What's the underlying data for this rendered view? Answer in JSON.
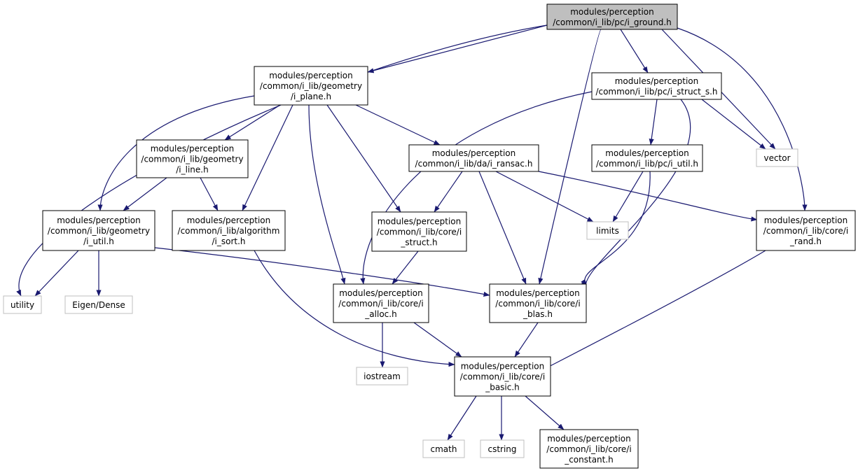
{
  "colors": {
    "edge": "#191970",
    "node_border": "#000000",
    "ext_border": "#bfbfbf",
    "root_fill": "#bfbfbf",
    "fill": "#ffffff",
    "text": "#000000"
  },
  "nodes": [
    {
      "id": "i_ground",
      "type": "root",
      "lines": [
        "modules/perception",
        "/common/i_lib/pc/i_ground.h"
      ]
    },
    {
      "id": "i_plane",
      "type": "file",
      "lines": [
        "modules/perception",
        "/common/i_lib/geometry",
        "/i_plane.h"
      ]
    },
    {
      "id": "i_struct_s",
      "type": "file",
      "lines": [
        "modules/perception",
        "/common/i_lib/pc/i_struct_s.h"
      ]
    },
    {
      "id": "i_line",
      "type": "file",
      "lines": [
        "modules/perception",
        "/common/i_lib/geometry",
        "/i_line.h"
      ]
    },
    {
      "id": "i_ransac",
      "type": "file",
      "lines": [
        "modules/perception",
        "/common/i_lib/da/i_ransac.h"
      ]
    },
    {
      "id": "pc_i_util",
      "type": "file",
      "lines": [
        "modules/perception",
        "/common/i_lib/pc/i_util.h"
      ]
    },
    {
      "id": "vector",
      "type": "ext",
      "lines": [
        "vector"
      ]
    },
    {
      "id": "geo_i_util",
      "type": "file",
      "lines": [
        "modules/perception",
        "/common/i_lib/geometry",
        "/i_util.h"
      ]
    },
    {
      "id": "i_sort",
      "type": "file",
      "lines": [
        "modules/perception",
        "/common/i_lib/algorithm",
        "/i_sort.h"
      ]
    },
    {
      "id": "i_struct",
      "type": "file",
      "lines": [
        "modules/perception",
        "/common/i_lib/core/i",
        "_struct.h"
      ]
    },
    {
      "id": "limits",
      "type": "ext",
      "lines": [
        "limits"
      ]
    },
    {
      "id": "i_rand",
      "type": "file",
      "lines": [
        "modules/perception",
        "/common/i_lib/core/i",
        "_rand.h"
      ]
    },
    {
      "id": "utility",
      "type": "ext",
      "lines": [
        "utility"
      ]
    },
    {
      "id": "eigen_dense",
      "type": "ext",
      "lines": [
        "Eigen/Dense"
      ]
    },
    {
      "id": "i_alloc",
      "type": "file",
      "lines": [
        "modules/perception",
        "/common/i_lib/core/i",
        "_alloc.h"
      ]
    },
    {
      "id": "i_blas",
      "type": "file",
      "lines": [
        "modules/perception",
        "/common/i_lib/core/i",
        "_blas.h"
      ]
    },
    {
      "id": "iostream",
      "type": "ext",
      "lines": [
        "iostream"
      ]
    },
    {
      "id": "i_basic",
      "type": "file",
      "lines": [
        "modules/perception",
        "/common/i_lib/core/i",
        "_basic.h"
      ]
    },
    {
      "id": "cmath",
      "type": "ext",
      "lines": [
        "cmath"
      ]
    },
    {
      "id": "cstring",
      "type": "ext",
      "lines": [
        "cstring"
      ]
    },
    {
      "id": "i_constant",
      "type": "file",
      "lines": [
        "modules/perception",
        "/common/i_lib/core/i",
        "_constant.h"
      ]
    }
  ],
  "edges": [
    {
      "from": "i_ground",
      "to": "utility"
    },
    {
      "from": "i_ground",
      "to": "i_plane"
    },
    {
      "from": "i_ground",
      "to": "i_blas"
    },
    {
      "from": "i_ground",
      "to": "i_struct_s"
    },
    {
      "from": "i_ground",
      "to": "vector"
    },
    {
      "from": "i_ground",
      "to": "i_rand"
    },
    {
      "from": "i_plane",
      "to": "geo_i_util"
    },
    {
      "from": "i_plane",
      "to": "i_line"
    },
    {
      "from": "i_plane",
      "to": "i_sort"
    },
    {
      "from": "i_plane",
      "to": "i_alloc"
    },
    {
      "from": "i_plane",
      "to": "i_struct"
    },
    {
      "from": "i_plane",
      "to": "i_ransac"
    },
    {
      "from": "i_struct_s",
      "to": "i_alloc"
    },
    {
      "from": "i_struct_s",
      "to": "pc_i_util"
    },
    {
      "from": "i_struct_s",
      "to": "vector"
    },
    {
      "from": "i_struct_s",
      "to": "i_blas"
    },
    {
      "from": "i_line",
      "to": "geo_i_util"
    },
    {
      "from": "i_line",
      "to": "i_sort"
    },
    {
      "from": "i_ransac",
      "to": "i_struct"
    },
    {
      "from": "i_ransac",
      "to": "limits"
    },
    {
      "from": "i_ransac",
      "to": "i_rand"
    },
    {
      "from": "i_ransac",
      "to": "i_blas"
    },
    {
      "from": "pc_i_util",
      "to": "limits"
    },
    {
      "from": "pc_i_util",
      "to": "i_blas"
    },
    {
      "from": "geo_i_util",
      "to": "utility"
    },
    {
      "from": "geo_i_util",
      "to": "eigen_dense"
    },
    {
      "from": "geo_i_util",
      "to": "i_blas"
    },
    {
      "from": "i_sort",
      "to": "i_basic"
    },
    {
      "from": "i_struct",
      "to": "i_alloc"
    },
    {
      "from": "i_rand",
      "to": "i_basic"
    },
    {
      "from": "i_alloc",
      "to": "iostream"
    },
    {
      "from": "i_alloc",
      "to": "i_basic"
    },
    {
      "from": "i_blas",
      "to": "i_basic"
    },
    {
      "from": "i_basic",
      "to": "cmath"
    },
    {
      "from": "i_basic",
      "to": "cstring"
    },
    {
      "from": "i_basic",
      "to": "i_constant"
    }
  ]
}
